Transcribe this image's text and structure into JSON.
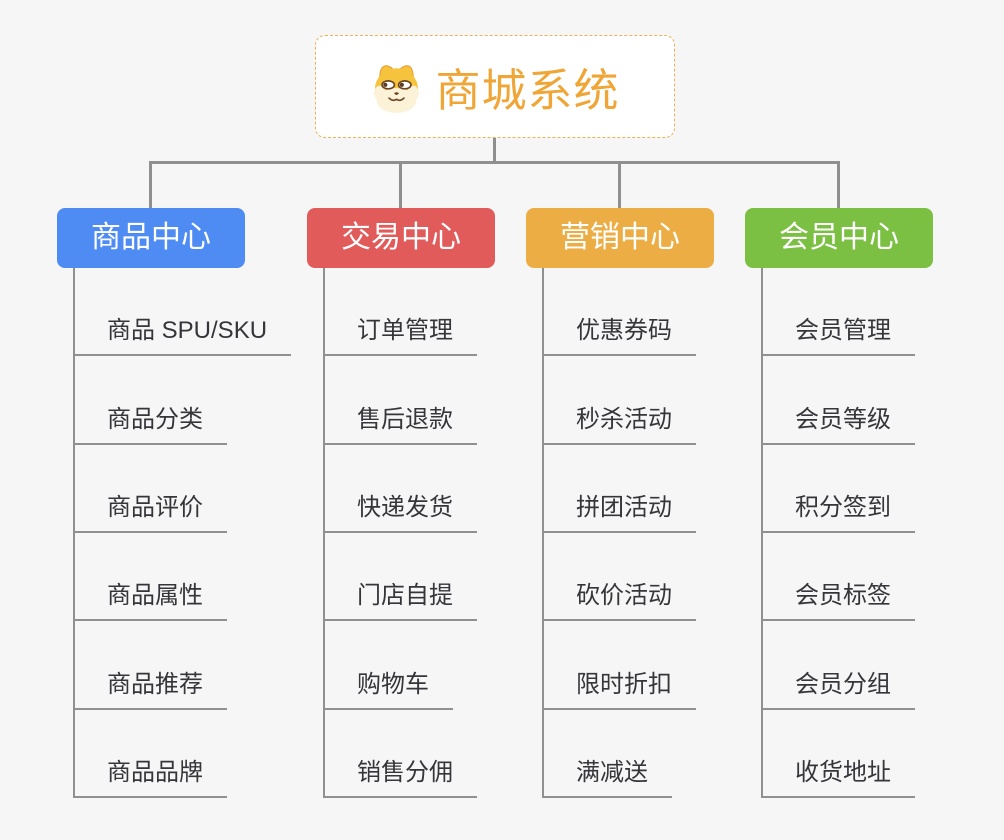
{
  "page": {
    "background_color": "#f6f6f6",
    "connector_color": "#8f8f8f"
  },
  "root": {
    "title": "商城系统",
    "icon": "shiba-dog-icon",
    "accent_color": "#efa637",
    "border_color": "#eeb055"
  },
  "branches": [
    {
      "label": "商品中心",
      "color": "#4e8bf3",
      "children": [
        "商品 SPU/SKU",
        "商品分类",
        "商品评价",
        "商品属性",
        "商品推荐",
        "商品品牌"
      ]
    },
    {
      "label": "交易中心",
      "color": "#e15b5b",
      "children": [
        "订单管理",
        "售后退款",
        "快递发货",
        "门店自提",
        "购物车",
        "销售分佣"
      ]
    },
    {
      "label": "营销中心",
      "color": "#ecad44",
      "children": [
        "优惠券码",
        "秒杀活动",
        "拼团活动",
        "砍价活动",
        "限时折扣",
        "满减送"
      ]
    },
    {
      "label": "会员中心",
      "color": "#7bc043",
      "children": [
        "会员管理",
        "会员等级",
        "积分签到",
        "会员标签",
        "会员分组",
        "收货地址"
      ]
    }
  ]
}
